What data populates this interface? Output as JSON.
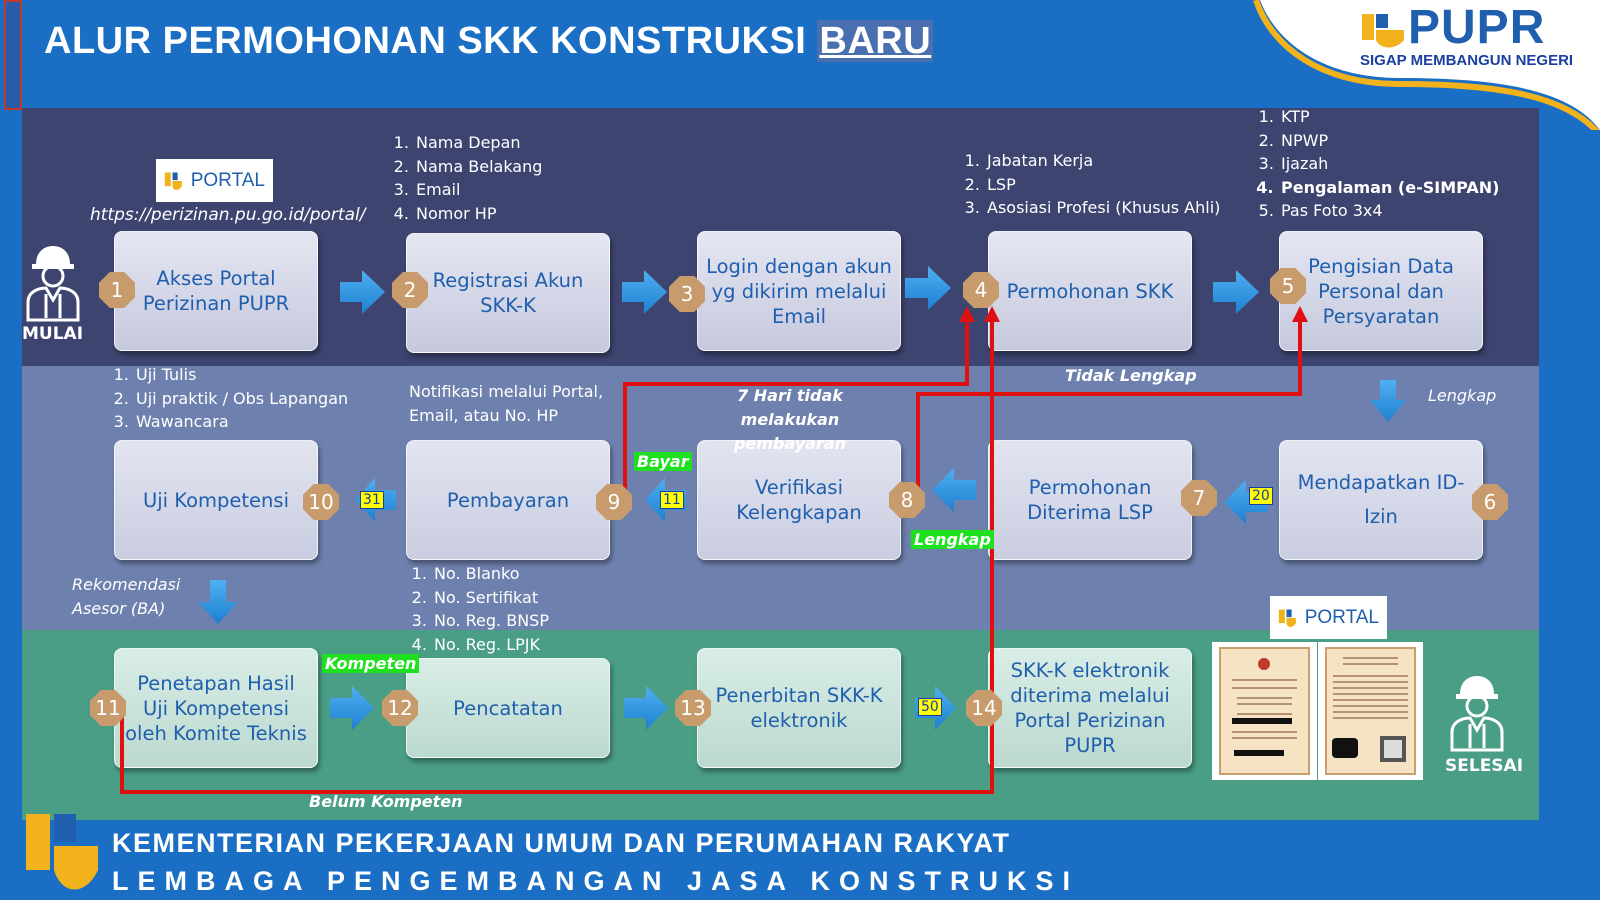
{
  "header": {
    "title_main": "ALUR PERMOHONAN SKK KONSTRUKSI ",
    "title_emphasis": "BARU"
  },
  "logo": {
    "brand": "PUPR",
    "tagline": "SIGAP MEMBANGUN NEGERI"
  },
  "portal": {
    "label": "PORTAL",
    "url": "https://perizinan.pu.go.id/portal/"
  },
  "actors": {
    "start": "MULAI",
    "end": "SELESAI"
  },
  "steps": [
    {
      "num": "1",
      "label": "Akses Portal Perizinan PUPR"
    },
    {
      "num": "2",
      "label": "Registrasi Akun SKK-K"
    },
    {
      "num": "3",
      "label": "Login dengan akun yg dikirim melalui Email"
    },
    {
      "num": "4",
      "label": "Permohonan SKK"
    },
    {
      "num": "5",
      "label": "Pengisian Data Personal dan Persyaratan"
    },
    {
      "num": "6",
      "label": "Mendapatkan ID-Izin"
    },
    {
      "num": "7",
      "label": "Permohonan Diterima LSP"
    },
    {
      "num": "8",
      "label": "Verifikasi Kelengkapan"
    },
    {
      "num": "9",
      "label": "Pembayaran"
    },
    {
      "num": "10",
      "label": "Uji Kompetensi"
    },
    {
      "num": "11",
      "label": "Penetapan Hasil Uji Kompetensi oleh Komite Teknis"
    },
    {
      "num": "12",
      "label": "Pencatatan"
    },
    {
      "num": "13",
      "label": "Penerbitan SKK-K elektronik"
    },
    {
      "num": "14",
      "label": "SKK-K elektronik diterima melalui Portal Perizinan PUPR"
    }
  ],
  "notes": {
    "registration_fields": [
      "Nama Depan",
      "Nama Belakang",
      "Email",
      "Nomor HP"
    ],
    "application_fields": [
      "Jabatan Kerja",
      "LSP",
      "Asosiasi Profesi (Khusus Ahli)"
    ],
    "requirements": [
      "KTP",
      "NPWP",
      "Ijazah",
      "Pengalaman (e-SIMPAN)",
      "Pas Foto 3x4"
    ],
    "test_types": [
      "Uji Tulis",
      "Uji praktik / Obs Lapangan",
      "Wawancara"
    ],
    "notification": "Notifikasi melalui Portal, Email, atau No. HP",
    "registry_numbers": [
      "No. Blanko",
      "No. Sertifikat",
      "No. Reg. BNSP",
      "No. Reg. LPJK"
    ]
  },
  "flow_labels": {
    "unpaid": "7 Hari tidak melakukan pembayaran",
    "incomplete": "Tidak Lengkap",
    "complete_down": "Lengkap",
    "complete_tag": "Lengkap",
    "paid_tag": "Bayar",
    "competent_tag": "Kompeten",
    "not_competent": "Belum Kompeten",
    "recommendation": "Rekomendasi Asesor (BA)"
  },
  "durations": {
    "d20": "20",
    "d11": "11",
    "d31": "31",
    "d50": "50"
  },
  "footer": {
    "ministry": "KEMENTERIAN PEKERJAAN UMUM DAN PERUMAHAN RAKYAT",
    "agency": "LEMBAGA PENGEMBANGAN JASA KONSTRUKSI"
  },
  "colors": {
    "background": "#1a6fc4",
    "band_top": "#3d4470",
    "band_mid": "#6e80ad",
    "band_bottom": "#4a9e86",
    "badge": "#c79b6c",
    "flow_arrow": "#2f95e0",
    "return_line": "#e01010",
    "tag_green": "#1ee01e",
    "duration_yellow": "#ffff00",
    "text_blue": "#1f5fae"
  }
}
